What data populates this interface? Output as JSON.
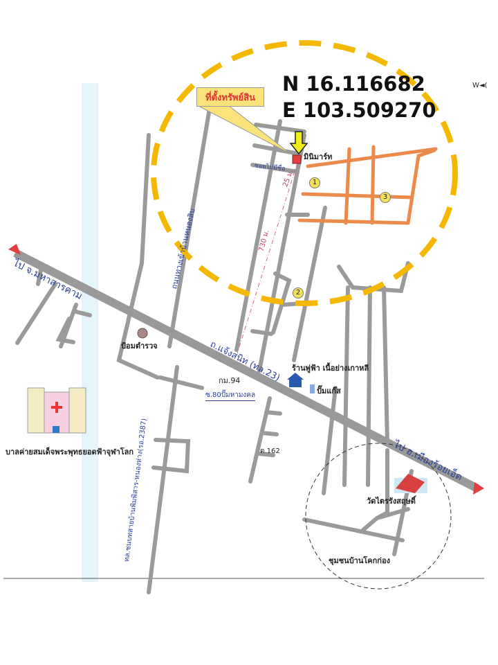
{
  "coordinates": {
    "lat": "N 16.116682",
    "lon": "E 103.509270"
  },
  "callout": "ที่ตั้งทรัพย์สิน",
  "compass": "W◄(",
  "labels": {
    "minimart": "มินิมาร์ท",
    "soi_no_name": "ซอยไม่มีชื่อ",
    "dist_25": "25 ม.",
    "dist_730": "730 ม.",
    "road_nongsib": "ถนนทางเข้าบ้านหนองสิบ",
    "to_mahasarakham": "ไป จ.มหาสารคาม",
    "police_box": "ป้อมตำรวจ",
    "main_road": "ถ.แจ้งสนิท (ทล.23)",
    "km94": "กม.94",
    "restaurant": "ร้านพู่ฟ้า เนื้อย่างเกาหลี",
    "gas_station": "ปั๊มแก๊ส",
    "soi80": "ซ.80ปั๊มหามงคล",
    "hospital": "บาลค่ายสมเด็จพระพุทธยอดฟ้าจุฬาโลก",
    "rural_road": "ทล.ชนบทสายบ้านพิมพิสาร-หนองห่าง(รอ.2387)",
    "d162": "ต.162",
    "to_roiet": "ไป อ.เมืองร้อยเอ็ด",
    "temple": "วัดไตรรังสฤษดิ์",
    "community": "ชุมชนบ้านโคกก่อง"
  },
  "markers": [
    "1",
    "2",
    "3"
  ],
  "colors": {
    "road": "#9a9a9a",
    "orange_road": "#ec8a4c",
    "circle": "#f5b800",
    "arrow": "#f2ee1a",
    "site": "#e04040",
    "text_blue": "#2a3f9a"
  }
}
